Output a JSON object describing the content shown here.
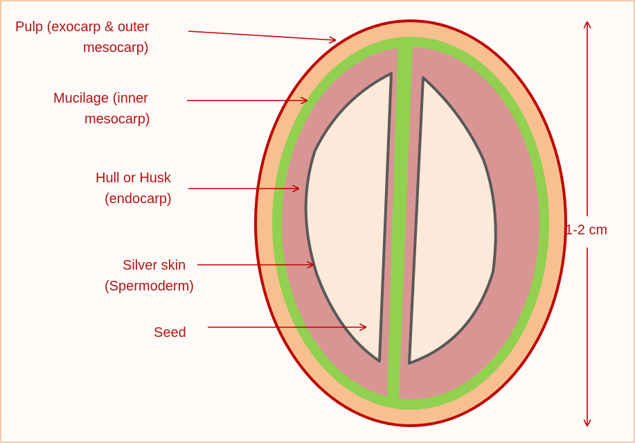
{
  "labels": {
    "pulp": [
      "Pulp (exocarp & outer",
      "mesocarp)"
    ],
    "mucilage": [
      "Mucilage (inner",
      "mesocarp)"
    ],
    "hull": [
      "Hull or Husk",
      "(endocarp)"
    ],
    "silver_skin": [
      "Silver skin",
      "(Spermoderm)"
    ],
    "seed": "Seed",
    "size": "1-2 cm"
  },
  "colors": {
    "outline": "#c00000",
    "pulp": "#f8c090",
    "mucilage": "#92d050",
    "hull": "#d99594",
    "silver_skin_line": "#595959",
    "seed": "#fde9d9",
    "text": "#b01414"
  }
}
